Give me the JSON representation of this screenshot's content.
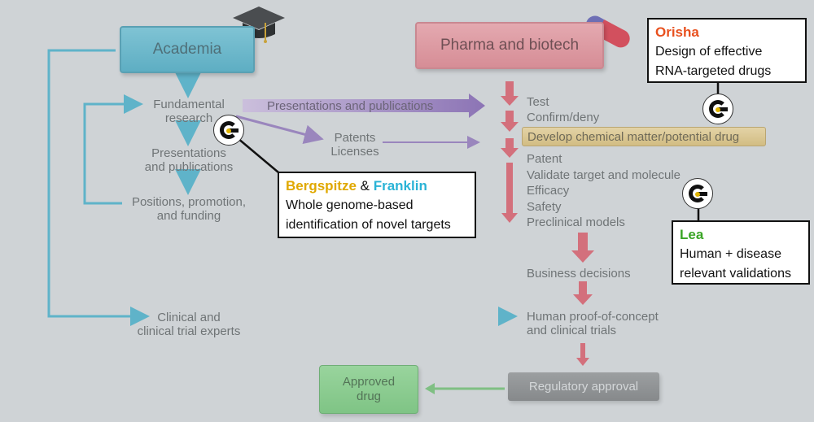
{
  "academia": {
    "title": "Academia",
    "fundamental_research": [
      "Fundamental",
      "research"
    ],
    "presentations": [
      "Presentations",
      "and publications"
    ],
    "positions": [
      "Positions, promotion,",
      "and funding"
    ],
    "clinical": [
      "Clinical and",
      "clinical trial experts"
    ]
  },
  "pharma": {
    "title": "Pharma and biotech",
    "steps": [
      "Test",
      "Confirm/deny"
    ],
    "develop": "Develop chemical matter/potential drug",
    "later_steps": [
      "Patent",
      "Validate target and molecule",
      "Efficacy",
      "Safety",
      "Preclinical models"
    ],
    "business": "Business decisions",
    "human_poc": [
      "Human proof-of-concept",
      "and clinical trials"
    ],
    "regulatory": "Regulatory approval",
    "approved": [
      "Approved",
      "drug"
    ]
  },
  "flows": {
    "presentations_publications": "Presentations and publications",
    "patents_licenses": [
      "Patents",
      "Licenses"
    ]
  },
  "callouts": {
    "orisha": {
      "name": "Orisha",
      "lines": [
        "Design of effective",
        "RNA-targeted drugs"
      ],
      "color": "#e8501e"
    },
    "bergspitze": {
      "name1": "Bergspitze",
      "amp": " & ",
      "name2": "Franklin",
      "lines": [
        "Whole genome-based",
        "identification of novel targets"
      ],
      "color1": "#e0a800",
      "color2": "#2ab3d6"
    },
    "lea": {
      "name": "Lea",
      "lines": [
        "Human + disease",
        "relevant validations"
      ],
      "color": "#3aa526"
    }
  },
  "icons": [
    "graduation-cap-icon",
    "capsule-icon",
    "company-logo-icon"
  ]
}
